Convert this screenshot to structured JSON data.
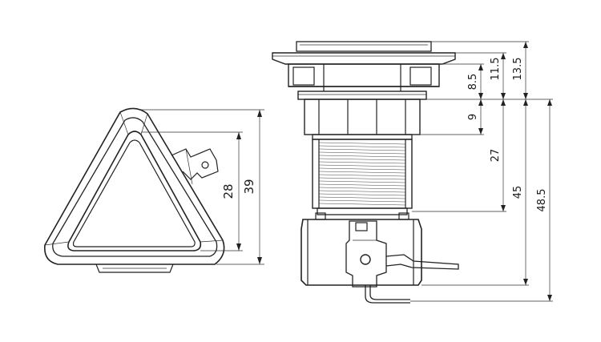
{
  "front_view": {
    "dimensions": [
      {
        "label": "28"
      },
      {
        "label": "39"
      }
    ]
  },
  "side_view": {
    "dimensions": [
      {
        "label": "11.5"
      },
      {
        "label": "13.5"
      },
      {
        "label": "8.5"
      },
      {
        "label": "9"
      },
      {
        "label": "27"
      },
      {
        "label": "45"
      },
      {
        "label": "48.5"
      }
    ]
  }
}
